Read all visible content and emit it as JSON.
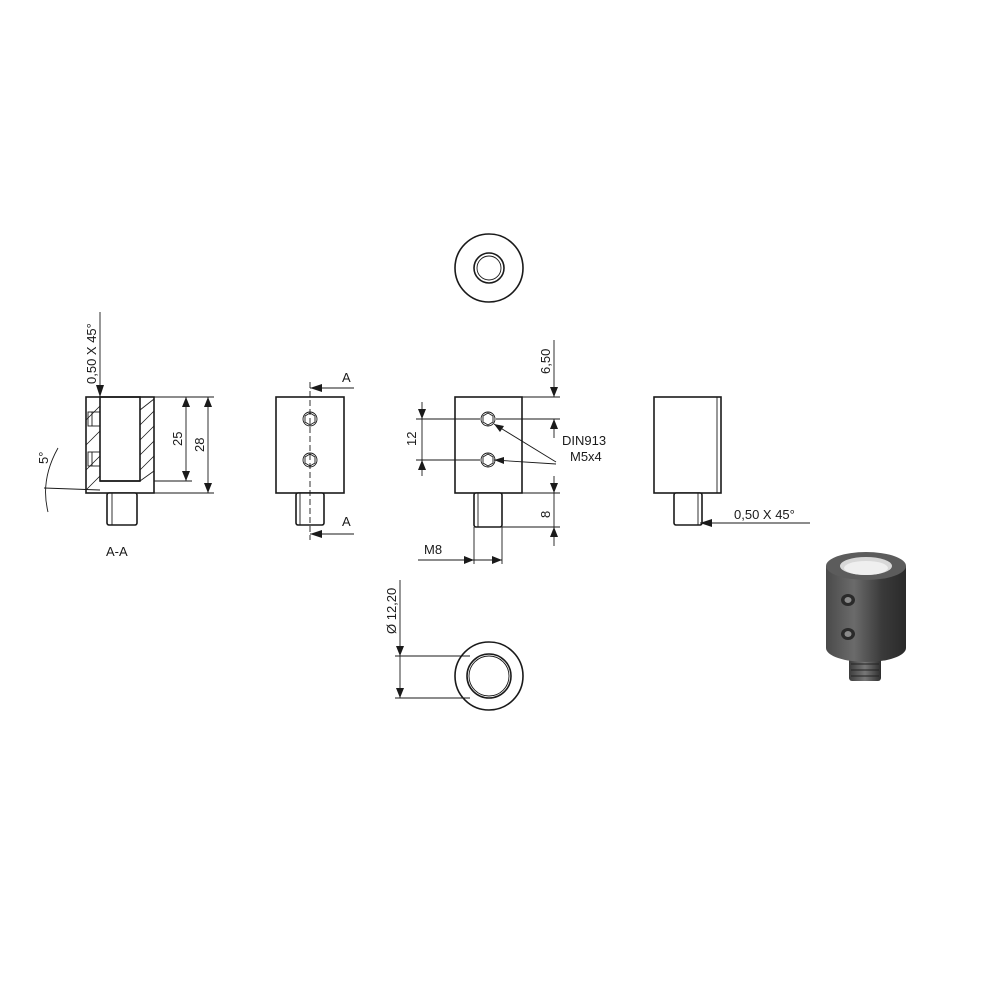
{
  "labels": {
    "section_name": "A-A",
    "chamfer_top": "0,50 X 45°",
    "angle": "5°",
    "dim_25": "25",
    "dim_28": "28",
    "section_arrow_top": "A",
    "section_arrow_bottom": "A",
    "dim_6_50": "6,50",
    "dim_12": "12",
    "din_line1": "DIN913",
    "din_line2": "M5x4",
    "dim_8": "8",
    "thread_m8": "M8",
    "chamfer_right": "0,50 X 45°",
    "dim_diameter": "Ø 12,20"
  }
}
